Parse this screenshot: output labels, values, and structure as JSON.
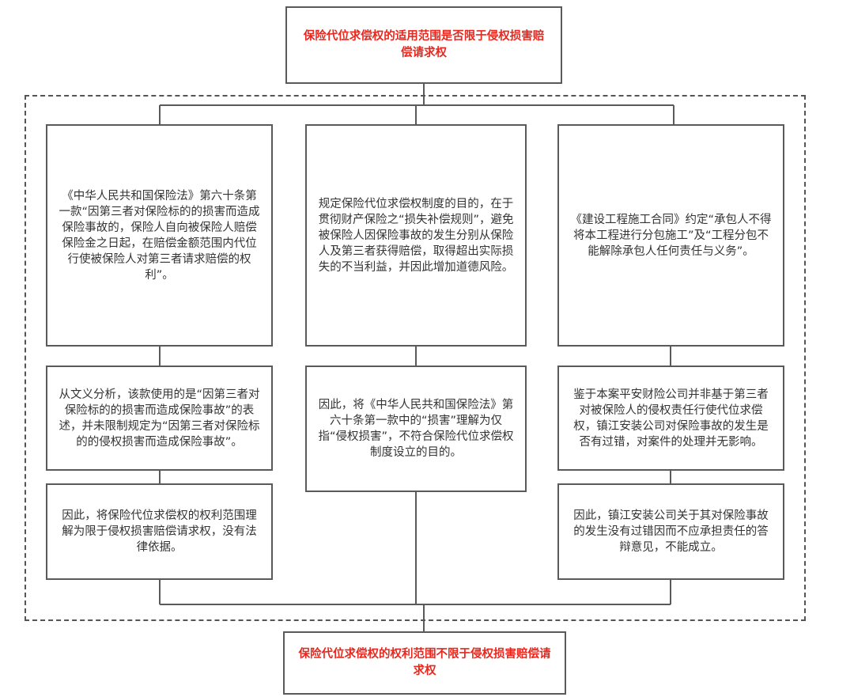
{
  "top_node": {
    "text": "保险代位求偿权的适用范围是否限于侵权损害赔偿请求权",
    "color": "#e8271e"
  },
  "columns": [
    {
      "boxes": [
        "《中华人民共和国保险法》第六十条第一款“因第三者对保险标的的损害而造成保险事故的，保险人自向被保险人赔偿保险金之日起，在赔偿金额范围内代位行使被保险人对第三者请求赔偿的权利”。",
        "从文义分析，该款使用的是“因第三者对保险标的的损害而造成保险事故”的表述，并未限制规定为“因第三者对保险标的的侵权损害而造成保险事故”。",
        "因此，将保险代位求偿权的权利范围理解为限于侵权损害赔偿请求权，没有法律依据。"
      ]
    },
    {
      "boxes": [
        "规定保险代位求偿权制度的目的，在于贯彻财产保险之“损失补偿规则”，避免被保险人因保险事故的发生分别从保险人及第三者获得赔偿，取得超出实际损失的不当利益，并因此增加道德风险。",
        "因此，将《中华人民共和国保险法》第六十条第一款中的“损害”理解为仅指“侵权损害”，不符合保险代位求偿权制度设立的目的。"
      ]
    },
    {
      "boxes": [
        "《建设工程施工合同》约定“承包人不得将本工程进行分包施工”及“工程分包不能解除承包人任何责任与义务”。",
        "鉴于本案平安财险公司并非基于第三者对被保险人的侵权责任行使代位求偿权，镇江安装公司对保险事故的发生是否有过错，对案件的处理并无影响。",
        "因此，镇江安装公司关于其对保险事故的发生没有过错因而不应承担责任的答辩意见，不能成立。"
      ]
    }
  ],
  "bottom_node": {
    "text": "保险代位求偿权的权利范围不限于侵权损害赔偿请求权",
    "color": "#e8271e"
  },
  "colors": {
    "border": "#5a5a5a",
    "text": "#333333",
    "dashed": "#555555"
  }
}
